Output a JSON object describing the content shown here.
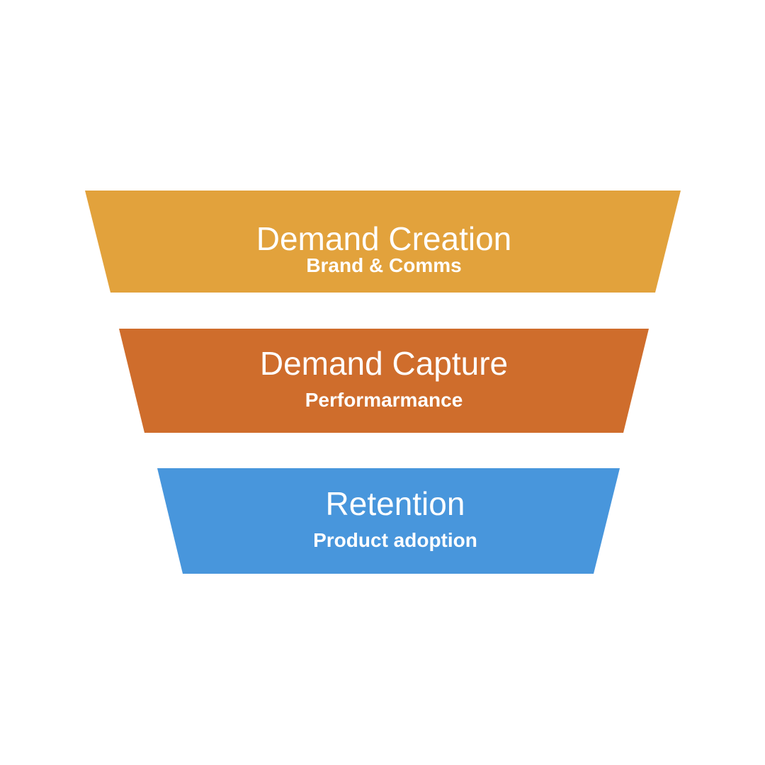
{
  "funnel": {
    "stages": [
      {
        "title": "Demand Creation",
        "subtitle": "Brand & Comms",
        "color": "#E2A23C"
      },
      {
        "title": "Demand Capture",
        "subtitle": "Performarmance",
        "color": "#CF6D2C"
      },
      {
        "title": "Retention",
        "subtitle": "Product adoption",
        "color": "#4896DC"
      }
    ]
  }
}
